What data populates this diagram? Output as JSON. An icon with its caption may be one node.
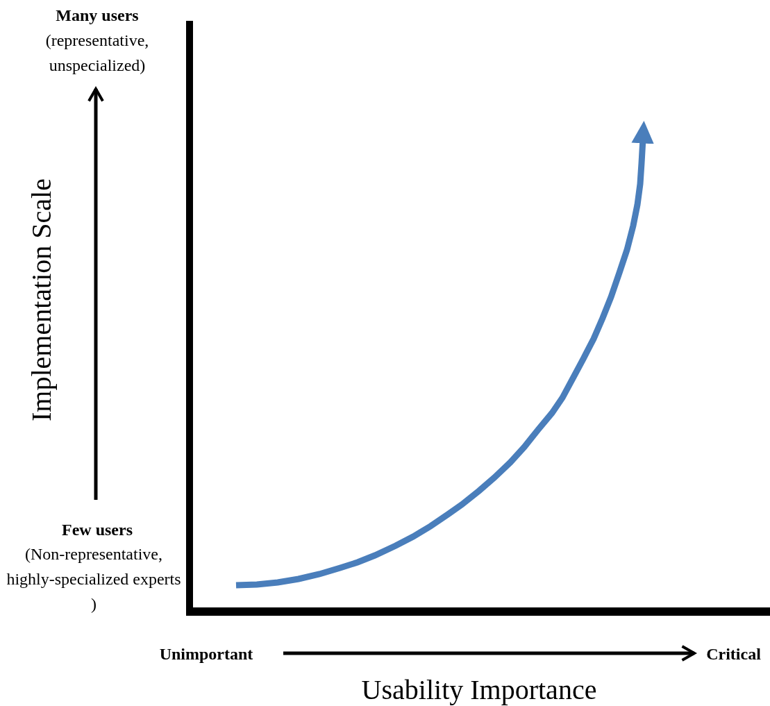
{
  "diagram": {
    "labels": [
      "Many users",
      "(representative, unspecialized)",
      "Implementation Scale",
      "Few users",
      "(Non-representative, highly-specialized experts )",
      "Unimportant",
      "Critical",
      "Usability Importance"
    ]
  }
}
